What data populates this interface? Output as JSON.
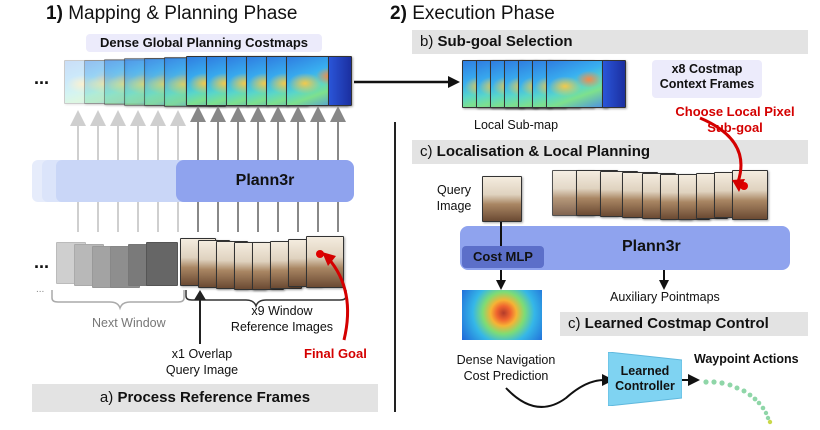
{
  "phase1": {
    "num": "1)",
    "title": "Mapping & Planning Phase"
  },
  "phase2": {
    "num": "2)",
    "title": "Execution Phase"
  },
  "dense_costmaps": "Dense Global Planning Costmaps",
  "ellipsis": "...",
  "plann3r": "Plann3r",
  "next_window": "Next Window",
  "x9_window_line1": "x9 Window",
  "x9_window_line2": "Reference Images",
  "x1_overlap_line1": "x1 Overlap",
  "x1_overlap_line2": "Query Image",
  "final_goal": "Final Goal",
  "band_a": {
    "prefix": "a)",
    "title": "Process Reference Frames"
  },
  "band_b": {
    "prefix": "b)",
    "title": "Sub-goal Selection"
  },
  "x8_line1": "x8 Costmap",
  "x8_line2": "Context Frames",
  "local_submap": "Local Sub-map",
  "choose_line1": "Choose Local Pixel",
  "choose_line2": "Sub-goal",
  "band_c": {
    "prefix": "c)",
    "title": "Localisation & Local Planning"
  },
  "query_line1": "Query",
  "query_line2": "Image",
  "cost_mlp": "Cost MLP",
  "aux_pointmaps": "Auxiliary Pointmaps",
  "band_c2": {
    "prefix": "c)",
    "title": "Learned Costmap Control"
  },
  "dense_nav_line1": "Dense Navigation",
  "dense_nav_line2": "Cost Prediction",
  "learned_line1": "Learned",
  "learned_line2": "Controller",
  "waypoint": "Waypoint Actions",
  "colors": {
    "plann3r": "#8fa3ee",
    "band": "#e3e3e3",
    "label_bg": "#ecebfb",
    "red": "#d40000",
    "controller": "#7fd3f2",
    "waypoints": "#8fd6a8"
  }
}
